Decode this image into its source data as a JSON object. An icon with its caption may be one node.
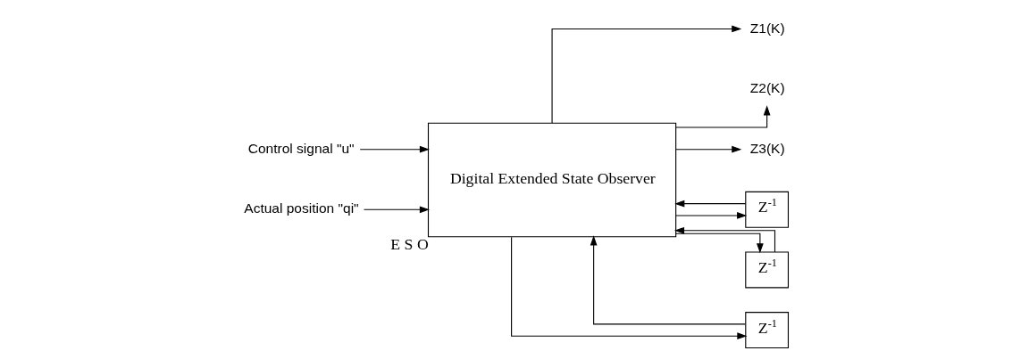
{
  "diagram": {
    "nodes": [
      {
        "text": [
          "Control signal \"u\""
        ]
      },
      {
        "text": [
          "Actual position \"qi\""
        ]
      },
      {
        "text": [
          "Digital Extended State Observer"
        ],
        "beside": [
          "E S O"
        ]
      },
      {
        "text": [
          "Z1(K)"
        ]
      },
      {
        "text": [
          "Z2(K)"
        ]
      },
      {
        "text": [
          "Z3(K)"
        ]
      },
      {
        "text": [
          "Z$^{-1}$"
        ]
      },
      {
        "text": [
          "Z$^{-1}$"
        ]
      },
      {
        "text": [
          "Z$^{-1}$"
        ]
      }
    ],
    "edges": [
      {
        "from": 0,
        "to": 2,
        "arrow": "to"
      },
      {
        "from": 1,
        "to": 2,
        "arrow": "to"
      },
      {
        "from": 6,
        "to": 2,
        "arrow": "to"
      },
      {
        "from": 7,
        "to": 2,
        "arrow": "to"
      },
      {
        "from": 8,
        "to": 2,
        "arrow": "to"
      },
      {
        "from": 2,
        "to": 3,
        "arrow": "to"
      },
      {
        "from": 2,
        "to": 6,
        "arrow": "to"
      },
      {
        "from": 2,
        "to": 4,
        "arrow": "to"
      },
      {
        "from": 2,
        "to": 7,
        "arrow": "to"
      },
      {
        "from": 2,
        "to": 5,
        "arrow": "to"
      },
      {
        "from": 2,
        "to": 8,
        "arrow": "to"
      }
    ]
  }
}
